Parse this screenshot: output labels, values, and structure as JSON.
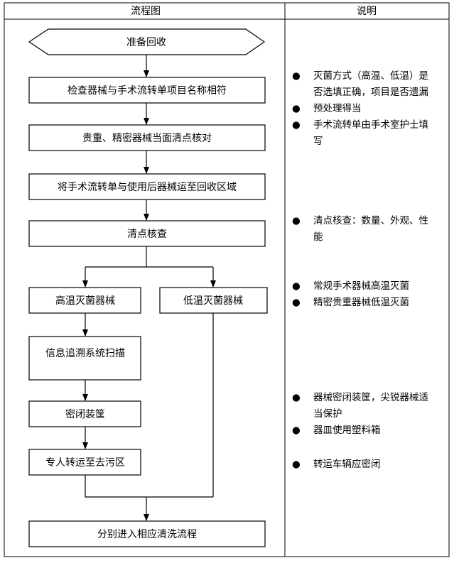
{
  "headers": {
    "flow": "流程图",
    "desc": "说明"
  },
  "nodes": {
    "start": "准备回收",
    "check": "检查器械与手术流转单项目名称相符",
    "verify": "贵重、精密器械当面清点核对",
    "transport_area": "将手术流转单与使用后器械运至回收区域",
    "count": "清点核查",
    "high_temp": "高温灭菌器械",
    "low_temp": "低温灭菌器械",
    "trace": "信息追溯系统扫描",
    "seal": "密闭装筐",
    "dedicated": "专人转运至去污区",
    "final": "分别进入相应清洗流程"
  },
  "notes": {
    "group1": [
      "灭菌方式（高温、低温）是否选填正确，项目是否遗漏",
      "预处理得当",
      "手术流转单由手术室护士填写"
    ],
    "group2": [
      "清点核查：数量、外观、性能"
    ],
    "group3": [
      "常规手术器械高温灭菌",
      "精密贵重器械低温灭菌"
    ],
    "group4": [
      "器械密闭装筐，尖锐器械适当保护",
      "器皿使用塑料箱"
    ],
    "group5": [
      "转运车辆应密闭"
    ]
  },
  "bullet_symbol": "●"
}
